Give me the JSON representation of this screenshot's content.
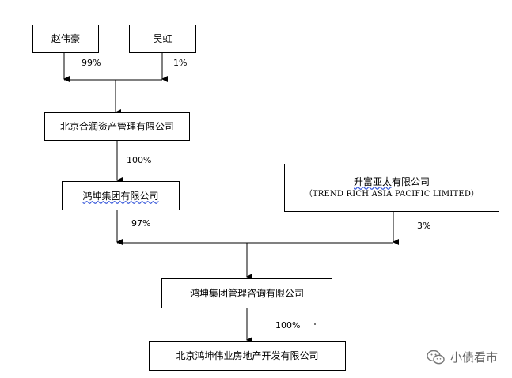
{
  "nodes": {
    "zhao": "赵伟豪",
    "wu": "吴虹",
    "heron": "北京合润资产管理有限公司",
    "hongkun_group": "鸿坤集团有限公司",
    "trend_rich_cn_prefix": "升富亚太",
    "trend_rich_cn_suffix": "有限公司",
    "trend_rich_en": "（TREND RICH ASIA PACIFIC LIMITED）",
    "hongkun_mgmt": "鸿坤集团管理咨询有限公司",
    "hongkun_realestate": "北京鸿坤伟业房地产开发有限公司"
  },
  "edges": {
    "zhao_pct": "99%",
    "wu_pct": "1%",
    "heron_pct": "100%",
    "group_pct": "97%",
    "trend_pct": "3%",
    "mgmt_pct": "100%"
  },
  "watermark": {
    "icon": "wechat-icon",
    "text": "小债看市"
  }
}
